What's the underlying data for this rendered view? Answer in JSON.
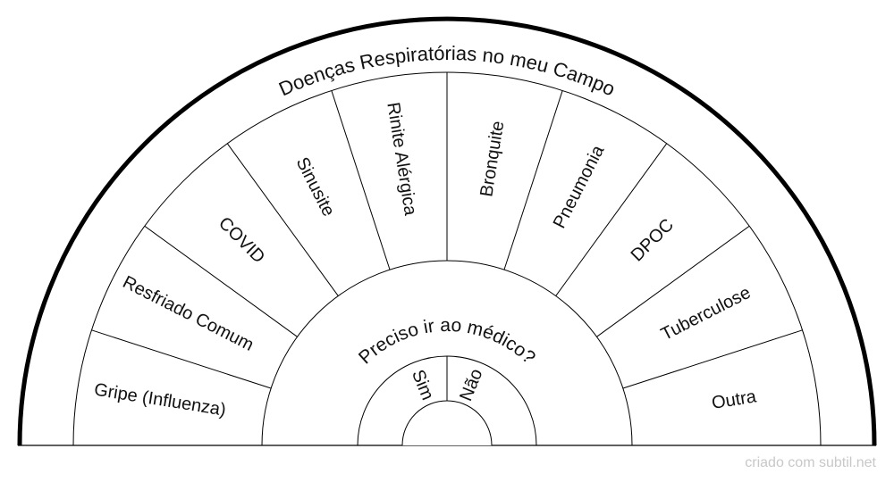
{
  "title": "Doenças Respiratórias no meu Campo",
  "sectors": [
    "Gripe (Influenza)",
    "Resfriado Comum",
    "COVID",
    "Sinusite",
    "Rinite Alérgica",
    "Bronquite",
    "Pneumonia",
    "DPOC",
    "Tuberculose",
    "Outra"
  ],
  "middle_label": "Preciso ir ao médico?",
  "inner_options": [
    "Sim",
    "Não"
  ],
  "credit": "criado com subtil.net",
  "colors": {
    "line": "#000000",
    "text": "#111111",
    "credit": "#c8c8c8",
    "background": "#ffffff"
  }
}
